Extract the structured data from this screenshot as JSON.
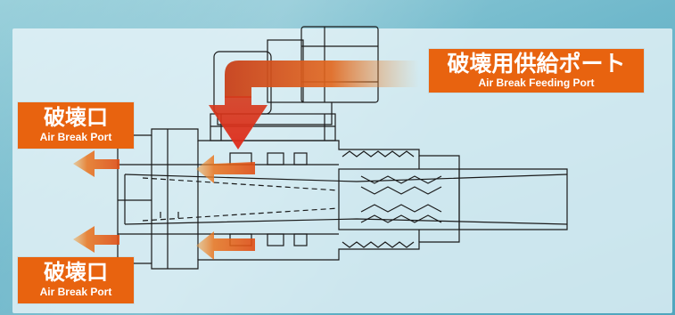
{
  "labels": {
    "feeding_port": {
      "jp": "破壊用供給ポート",
      "en": "Air Break Feeding Port"
    },
    "break_port_top": {
      "jp": "破壊口",
      "en": "Air Break Port"
    },
    "break_port_bottom": {
      "jp": "破壊口",
      "en": "Air Break Port"
    }
  },
  "colors": {
    "accent_orange": "#e8630f",
    "arrow_red": "#e02a1a",
    "line_dark": "#1a1a1a",
    "panel": "#ecf6fa",
    "background": "#6fb8cb"
  },
  "icons": [
    "feed-arrow",
    "down-arrow",
    "outlet-arrow"
  ]
}
